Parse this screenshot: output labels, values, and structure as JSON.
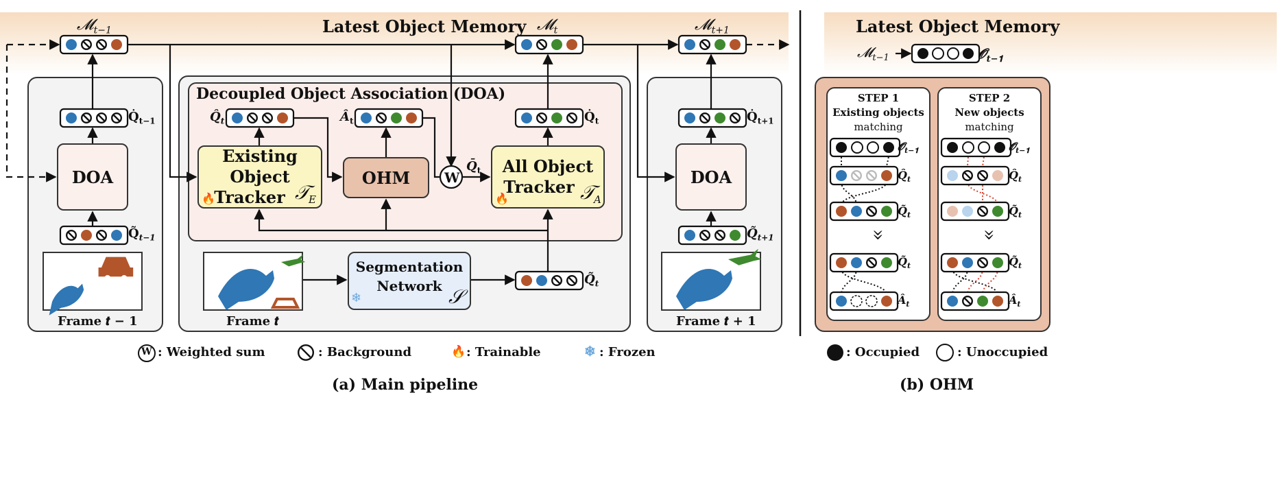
{
  "colors": {
    "blue": "#2f77b5",
    "orange": "#b3552b",
    "green": "#3f8a2f",
    "black": "#111111",
    "light_blue": "#b9d4ec",
    "light_orange": "#e8c2b0",
    "light_gray": "#bbbbbb",
    "memory_band": "#f7dcc0",
    "ohm_panel": "#ebc0a8",
    "tracker_fill": "#fbf5c4"
  },
  "main": {
    "memory_title": "Latest Object Memory",
    "memory_labels": [
      "𝓜",
      "t−1",
      "𝓜",
      "t",
      "𝓜",
      "t+1"
    ],
    "doa_region_title": "Decoupled Object Association (DOA)",
    "doa_label": "DOA",
    "existing_tracker": [
      "Existing Object",
      "Tracker"
    ],
    "existing_tracker_symbol": "𝒯",
    "existing_tracker_sub": "E",
    "all_tracker": [
      "All Object",
      "Tracker"
    ],
    "all_tracker_symbol": "𝒯",
    "all_tracker_sub": "A",
    "ohm_label": "OHM",
    "weighted_label": "W",
    "segmentation": [
      "Segmentation",
      "Network"
    ],
    "segmentation_symbol": "𝒮",
    "q_hat": "Q̂",
    "a_hat": "Â",
    "q_bar": "Q̄",
    "q_tilde": "Q̃",
    "q_dot": "Q̇",
    "sub_t": "t",
    "sub_tm1": "t−1",
    "sub_tp1": "t+1",
    "frame_prev": "Frame 𝒕 − 𝟏",
    "frame_curr": "Frame  𝒕",
    "frame_next": "Frame 𝒕 + 𝟏",
    "icon_fire": "🔥",
    "icon_snow": "❄"
  },
  "legend": {
    "weighted_icon": "W",
    "weighted": ": Weighted sum",
    "background": ": Background",
    "trainable": ": Trainable",
    "frozen": ": Frozen",
    "occupied": ": Occupied",
    "unoccupied": ": Unoccupied"
  },
  "ohm": {
    "title": "Latest Object Memory",
    "mem_label": "𝓜",
    "mem_sub": "t−1",
    "o_label": "𝓞",
    "o_sub": "𝒕−𝟏",
    "step1": [
      "STEP 1",
      "Existing objects",
      "matching"
    ],
    "step2": [
      "STEP 2",
      "New objects",
      "matching"
    ],
    "chevron": "»"
  },
  "captions": {
    "a": "(a) Main pipeline",
    "b": "(b) OHM"
  }
}
